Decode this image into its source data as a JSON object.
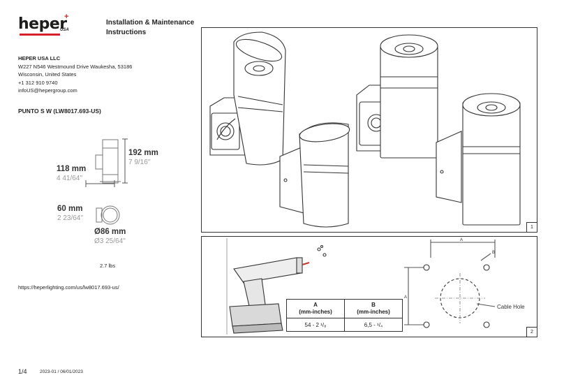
{
  "header": {
    "logo_text": "heper",
    "logo_sub": "USA",
    "title_line1": "Installation & Maintenance",
    "title_line2": "Instructions"
  },
  "company": {
    "name": "HEPER USA LLC",
    "address1": "W227 N546 Westmound Drive Waukesha, 53186",
    "address2": "Wisconsin, United States",
    "phone": "+1 312 910 9740",
    "email": "infoUS@hepergroup.com"
  },
  "product": {
    "model": "PUNTO S W (LW8017.693-US)"
  },
  "dimensions": {
    "height_mm": "192 mm",
    "height_in": "7 9/16''",
    "depth_mm": "118 mm",
    "depth_in": "4 41/64''",
    "base_mm": "60 mm",
    "base_in": "2 23/64''",
    "diameter_mm": "Ø86 mm",
    "diameter_in": "Ø3 25/64''"
  },
  "weight": "2.7 lbs",
  "url": "https://heperlighting.com/us/lw8017.693-us/",
  "footer": {
    "page": "1/4",
    "date": "2023-01 / 06/01/2023"
  },
  "figure1": {
    "badge": "1"
  },
  "figure2": {
    "badge": "2",
    "table": {
      "col_a_head": "A",
      "col_a_unit": "(mm-inches)",
      "col_b_head": "B",
      "col_b_unit": "(mm-inches)",
      "col_a_value": "54 - 2 ¹/₈",
      "col_b_value": "6,5 - ¹/₄"
    },
    "label_a": "A",
    "label_b": "B",
    "cable_hole": "Cable Hole"
  },
  "colors": {
    "brand_red": "#d6202a",
    "ink": "#1d1d1b",
    "accent_drill": "#c0392b"
  }
}
